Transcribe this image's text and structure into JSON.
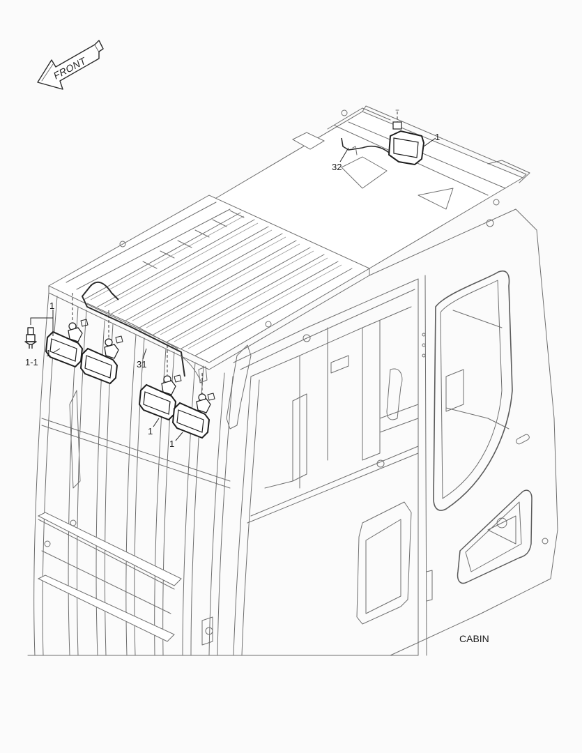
{
  "diagram": {
    "type": "exploded parts illustration",
    "subject": "Excavator cabin with roof guard and work lamps",
    "view_label": "CABIN",
    "orientation_arrow": {
      "label": "FRONT",
      "direction": "front-left"
    },
    "callouts": [
      {
        "id": "c1",
        "label": "1",
        "part": "Work lamp (rear, roof-mounted)"
      },
      {
        "id": "c2",
        "label": "32",
        "part": "Wiring harness (rear lamp)"
      },
      {
        "id": "c3",
        "label": "1",
        "part": "Work lamp (front-left, upper)"
      },
      {
        "id": "c4",
        "label": "1-1",
        "part": "Bulb"
      },
      {
        "id": "c5",
        "label": "1",
        "part": "Work lamp (front-left, lens)"
      },
      {
        "id": "c6",
        "label": "31",
        "part": "Wiring harness (front lamps)"
      },
      {
        "id": "c7",
        "label": "1",
        "part": "Work lamp (front-right, inner)"
      },
      {
        "id": "c8",
        "label": "1",
        "part": "Work lamp (front-right, outer)"
      }
    ]
  },
  "colors": {
    "background": "#fbfbfb",
    "line": "#6e6e6e",
    "part_highlight": "#1e1e1e",
    "text": "#1a1a1a"
  }
}
